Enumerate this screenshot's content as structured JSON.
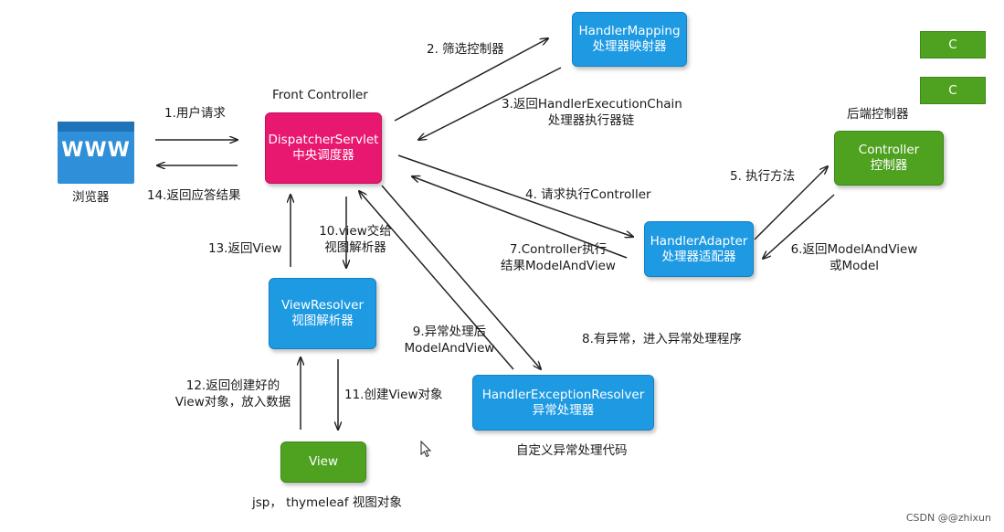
{
  "browser": {
    "icon_text": "WWW",
    "label": "浏览器"
  },
  "front_controller_caption": "Front Controller",
  "dispatcher": {
    "line1": "DispatcherServlet",
    "line2": "中央调度器"
  },
  "handler_mapping": {
    "line1": "HandlerMapping",
    "line2": "处理器映射器"
  },
  "handler_adapter": {
    "line1": "HandlerAdapter",
    "line2": "处理器适配器"
  },
  "controller": {
    "line1": "Controller",
    "line2": "控制器",
    "caption": "后端控制器"
  },
  "c_boxes": [
    "C",
    "C"
  ],
  "view_resolver": {
    "line1": "ViewResolver",
    "line2": "视图解析器"
  },
  "view": {
    "label": "View",
    "caption": "jsp， thymeleaf 视图对象"
  },
  "exception_resolver": {
    "line1": "HandlerExceptionResolver",
    "line2": "异常处理器",
    "caption": "自定义异常处理代码"
  },
  "steps": {
    "s1": "1.用户请求",
    "s2": "2. 筛选控制器",
    "s3_line1": "3.返回HandlerExecutionChain",
    "s3_line2": "处理器执行器链",
    "s4": "4. 请求执行Controller",
    "s5": "5. 执行方法",
    "s6_line1": "6.返回ModelAndView",
    "s6_line2": "或Model",
    "s7_line1": "7.Controller执行",
    "s7_line2": "结果ModelAndView",
    "s8": "8.有异常，进入异常处理程序",
    "s9_line1": "9.异常处理后",
    "s9_line2": "ModelAndView",
    "s10_line1": "10.view交给",
    "s10_line2": "视图解析器",
    "s11": "11.创建View对象",
    "s12_line1": "12.返回创建好的",
    "s12_line2": "View对象，放入数据",
    "s13": "13.返回View",
    "s14": "14.返回应答结果"
  },
  "watermark": "CSDN @@zhixun"
}
